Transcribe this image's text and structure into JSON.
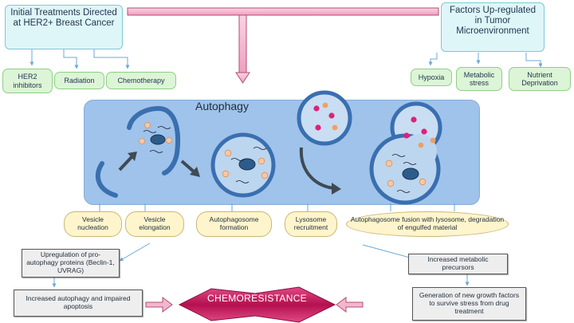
{
  "top_left": {
    "title": "Initial Treatments Directed at HER2+ Breast Cancer",
    "items": [
      "HER2 inhibitors",
      "Radiation",
      "Chemotherapy"
    ]
  },
  "top_right": {
    "title": "Factors Up-regulated in Tumor Microenvironment",
    "items": [
      "Hypoxia",
      "Metabolic stress",
      "Nutrient Deprivation"
    ]
  },
  "panel_title": "Autophagy",
  "stages": [
    "Vesicle nucleation",
    "Vesicle elongation",
    "Autophagosome formation",
    "Lysosome recruitment",
    "Autophagosome fusion with lysosome, degradation of engulfed material"
  ],
  "left_outcomes": [
    "Upregulation of pro-autophagy proteins (Beclin-1, UVRAG)",
    "Increased autophagy and impaired apoptosis"
  ],
  "right_outcomes": [
    "Increased metabolic precursors",
    "Generation of new growth factors to survive stress from drug treatment"
  ],
  "center": "CHEMORESISTANCE",
  "colors": {
    "panel": "#9fc3ea",
    "arrow_pink": "#f4b6cf",
    "star": "#c8185f",
    "connector": "#6aa8d8"
  }
}
